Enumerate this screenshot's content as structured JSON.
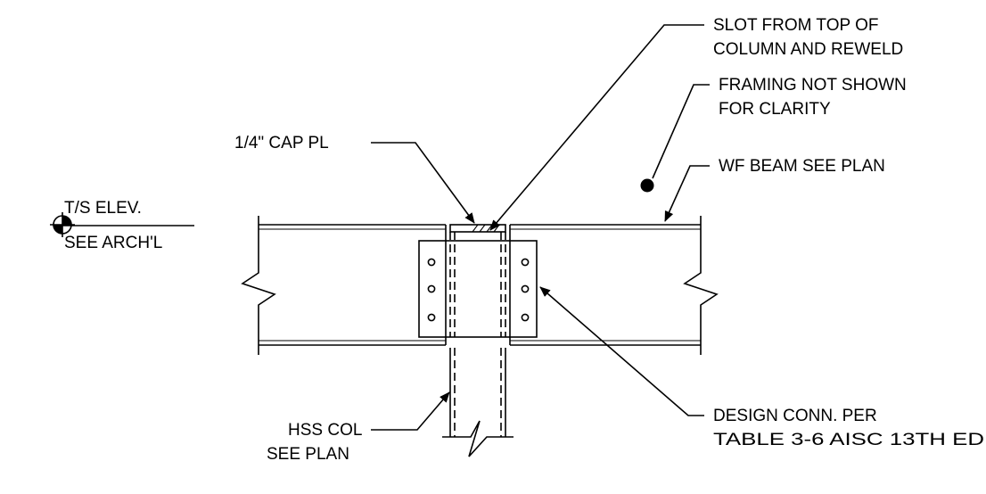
{
  "labels": {
    "slot_line1": "SLOT FROM TOP OF",
    "slot_line2": "COLUMN AND REWELD",
    "framing_line1": "FRAMING NOT SHOWN",
    "framing_line2": "FOR CLARITY",
    "cap_plate": "1/4\" CAP PL",
    "wf_beam": "WF BEAM SEE PLAN",
    "ts_elev": "T/S ELEV.",
    "see_arch": "SEE ARCH'L",
    "hss_line1": "HSS COL",
    "hss_line2": "SEE PLAN",
    "design_line1": "DESIGN CONN. PER",
    "design_line2": "TABLE 3-6 AISC 13TH ED"
  }
}
